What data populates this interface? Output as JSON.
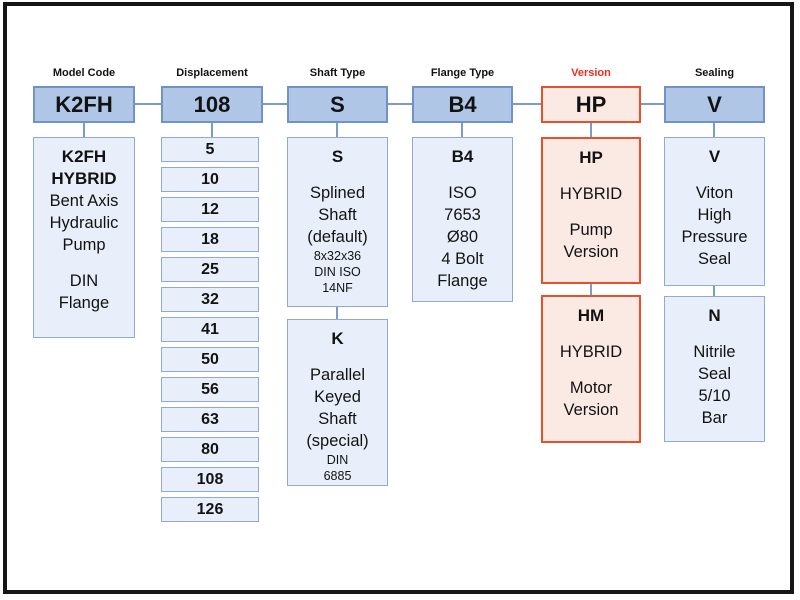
{
  "colors": {
    "blue-fill": "#b0c6e6",
    "blue-border": "#7291c4",
    "desc-fill": "#e9effa",
    "desc-border": "#92aad2",
    "red-fill": "#fbe9e4",
    "red-border": "#e8502c",
    "line": "#7a9cc6",
    "version-label": "#ee2d1f",
    "frame": "#161616",
    "text": "#121212"
  },
  "columns": [
    {
      "label": "Model Code",
      "code": "K2FH",
      "boxes": [
        {
          "name": "model-code-description",
          "lines": [
            {
              "text": "K2FH",
              "style": "bold"
            },
            {
              "text": "HYBRID",
              "style": "bold"
            },
            {
              "text": "Bent Axis",
              "style": "normal"
            },
            {
              "text": "Hydraulic",
              "style": "normal"
            },
            {
              "text": "Pump",
              "style": "normal"
            },
            {
              "text": "",
              "style": "blank"
            },
            {
              "text": "DIN",
              "style": "normal"
            },
            {
              "text": "Flange",
              "style": "normal"
            }
          ]
        }
      ]
    },
    {
      "label": "Displacement",
      "code": "108",
      "values": [
        "5",
        "10",
        "12",
        "18",
        "25",
        "32",
        "41",
        "50",
        "56",
        "63",
        "80",
        "108",
        "126"
      ]
    },
    {
      "label": "Shaft Type",
      "code": "S",
      "boxes": [
        {
          "name": "shaft-splined-description",
          "lines": [
            {
              "text": "S",
              "style": "bold"
            },
            {
              "text": "",
              "style": "blank"
            },
            {
              "text": "Splined",
              "style": "normal"
            },
            {
              "text": "Shaft",
              "style": "normal"
            },
            {
              "text": "(default)",
              "style": "normal"
            },
            {
              "text": "8x32x36",
              "style": "small"
            },
            {
              "text": "DIN ISO",
              "style": "small"
            },
            {
              "text": "14NF",
              "style": "small"
            }
          ]
        },
        {
          "name": "shaft-keyed-description",
          "lines": [
            {
              "text": "K",
              "style": "bold"
            },
            {
              "text": "",
              "style": "blank"
            },
            {
              "text": "Parallel",
              "style": "normal"
            },
            {
              "text": "Keyed",
              "style": "normal"
            },
            {
              "text": "Shaft",
              "style": "normal"
            },
            {
              "text": "(special)",
              "style": "normal"
            },
            {
              "text": "DIN",
              "style": "small"
            },
            {
              "text": "6885",
              "style": "small"
            }
          ]
        }
      ]
    },
    {
      "label": "Flange Type",
      "code": "B4",
      "boxes": [
        {
          "name": "flange-b4-description",
          "lines": [
            {
              "text": "B4",
              "style": "bold"
            },
            {
              "text": "",
              "style": "blank"
            },
            {
              "text": "ISO",
              "style": "normal"
            },
            {
              "text": "7653",
              "style": "normal"
            },
            {
              "text": "Ø80",
              "style": "normal"
            },
            {
              "text": "4 Bolt",
              "style": "normal"
            },
            {
              "text": "Flange",
              "style": "normal"
            }
          ]
        }
      ]
    },
    {
      "label": "Version",
      "code": "HP",
      "accent": "red",
      "boxes": [
        {
          "name": "version-hp-description",
          "lines": [
            {
              "text": "HP",
              "style": "bold"
            },
            {
              "text": "",
              "style": "blank"
            },
            {
              "text": "HYBRID",
              "style": "normal"
            },
            {
              "text": "",
              "style": "blank"
            },
            {
              "text": "Pump",
              "style": "normal"
            },
            {
              "text": "Version",
              "style": "normal"
            }
          ]
        },
        {
          "name": "version-hm-description",
          "lines": [
            {
              "text": "HM",
              "style": "bold"
            },
            {
              "text": "",
              "style": "blank"
            },
            {
              "text": "HYBRID",
              "style": "normal"
            },
            {
              "text": "",
              "style": "blank"
            },
            {
              "text": "Motor",
              "style": "normal"
            },
            {
              "text": "Version",
              "style": "normal"
            }
          ]
        }
      ]
    },
    {
      "label": "Sealing",
      "code": "V",
      "boxes": [
        {
          "name": "sealing-viton-description",
          "lines": [
            {
              "text": "V",
              "style": "bold"
            },
            {
              "text": "",
              "style": "blank"
            },
            {
              "text": "Viton",
              "style": "normal"
            },
            {
              "text": "High",
              "style": "normal"
            },
            {
              "text": "Pressure",
              "style": "normal"
            },
            {
              "text": "Seal",
              "style": "normal"
            }
          ]
        },
        {
          "name": "sealing-nitrile-description",
          "lines": [
            {
              "text": "N",
              "style": "bold"
            },
            {
              "text": "",
              "style": "blank"
            },
            {
              "text": "Nitrile",
              "style": "normal"
            },
            {
              "text": "Seal",
              "style": "normal"
            },
            {
              "text": "5/10",
              "style": "normal"
            },
            {
              "text": "Bar",
              "style": "normal"
            }
          ]
        }
      ]
    }
  ]
}
